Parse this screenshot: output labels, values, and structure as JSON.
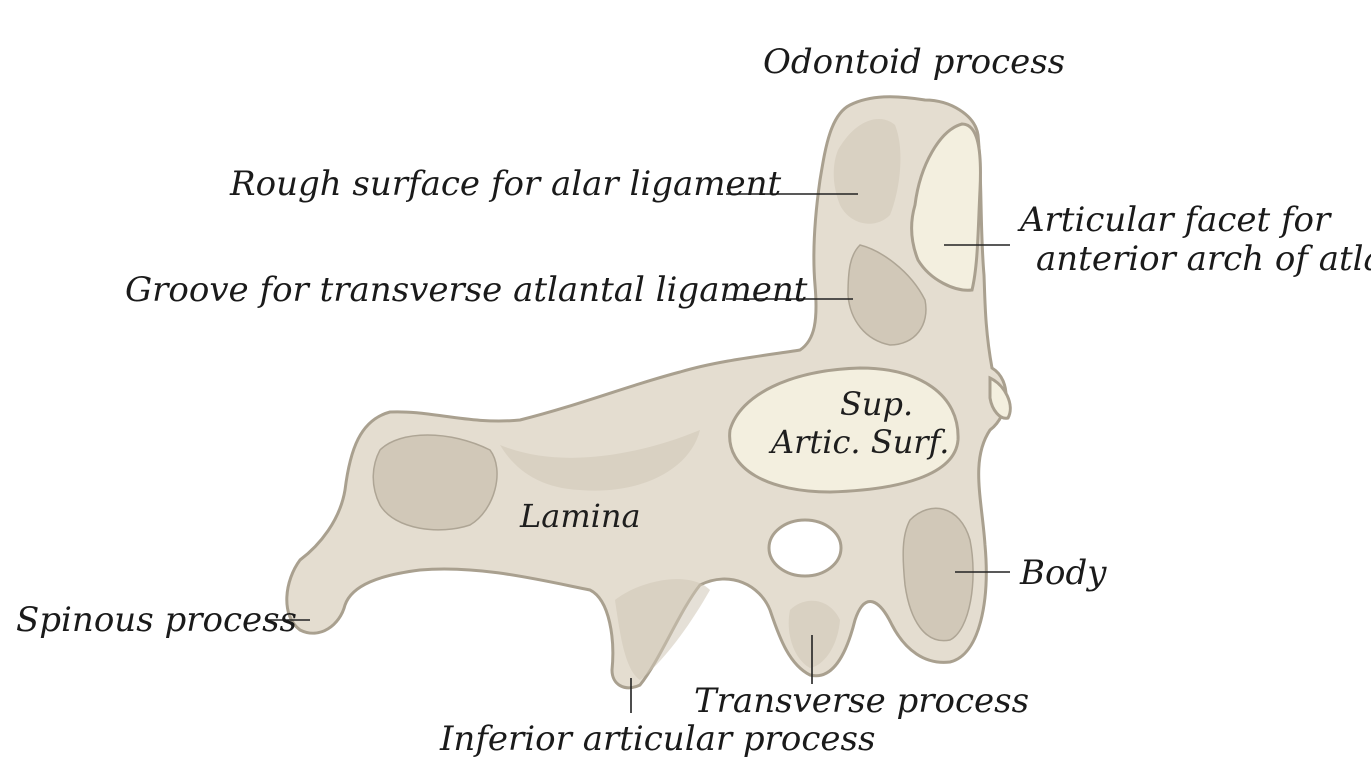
{
  "labels": {
    "odontoid_process": "Odontoid process",
    "rough_surface": "Rough surface for alar ligament",
    "groove": "Groove for transverse atlantal ligament",
    "articular_facet_line1": "Articular facet for",
    "articular_facet_line2": "anterior arch of atlas",
    "sup_artic_line1": "Sup.",
    "sup_artic_line2": "Artic. Surf.",
    "lamina": "Lamina",
    "body": "Body",
    "spinous_process": "Spinous process",
    "transverse_process": "Transverse process",
    "inferior_articular_process": "Inferior articular process"
  },
  "colors": {
    "bone_fill": "#e4ddd0",
    "bone_shadow": "#cfc6b6",
    "bone_outline": "#a9a08f",
    "facet_fill": "#f3efdf",
    "leader_line": "#222222"
  }
}
